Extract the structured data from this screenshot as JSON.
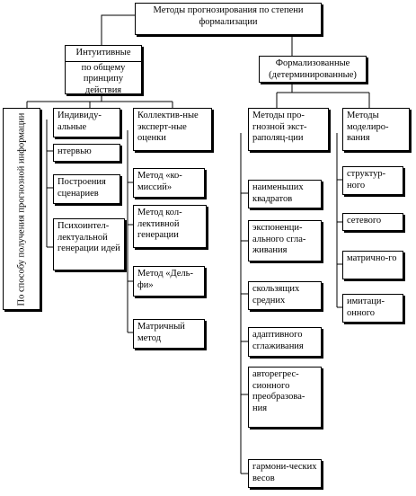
{
  "root": "Методы прогнозирования по степени формализации",
  "intuitive": {
    "title": "Интуитивные",
    "subtitle": "по общему принципу действия",
    "side_label": "По способу получения прогнозной информации",
    "individual": {
      "title": "Индивиду-альные",
      "items": [
        "нтервью",
        "Построения сценариев",
        "Психоинтел-лектуальной генерации идей"
      ]
    },
    "collective": {
      "title": "Коллектив-ные эксперт-ные оценки",
      "items": [
        "Метод «ко-миссий»",
        "Метод кол-лективной генерации",
        "Метод «Дель-фи»",
        "Матричный метод"
      ]
    }
  },
  "formalized": {
    "title": "Формализованные (детерминированные)",
    "extrapolation": {
      "title": "Методы про-гнозной экст-раполяц-ции",
      "items": [
        "наименьших квадратов",
        "экспоненци-ального сгла-живания",
        "скользящих средних",
        "адаптивного сглаживания",
        "авторегрес-сионного преобразова-ния",
        "гармони-ческих весов"
      ]
    },
    "modeling": {
      "title": "Методы моделиро-вания",
      "items": [
        "структур-ного",
        "сетевого",
        "матрично-го",
        "имитаци-онного"
      ]
    }
  }
}
